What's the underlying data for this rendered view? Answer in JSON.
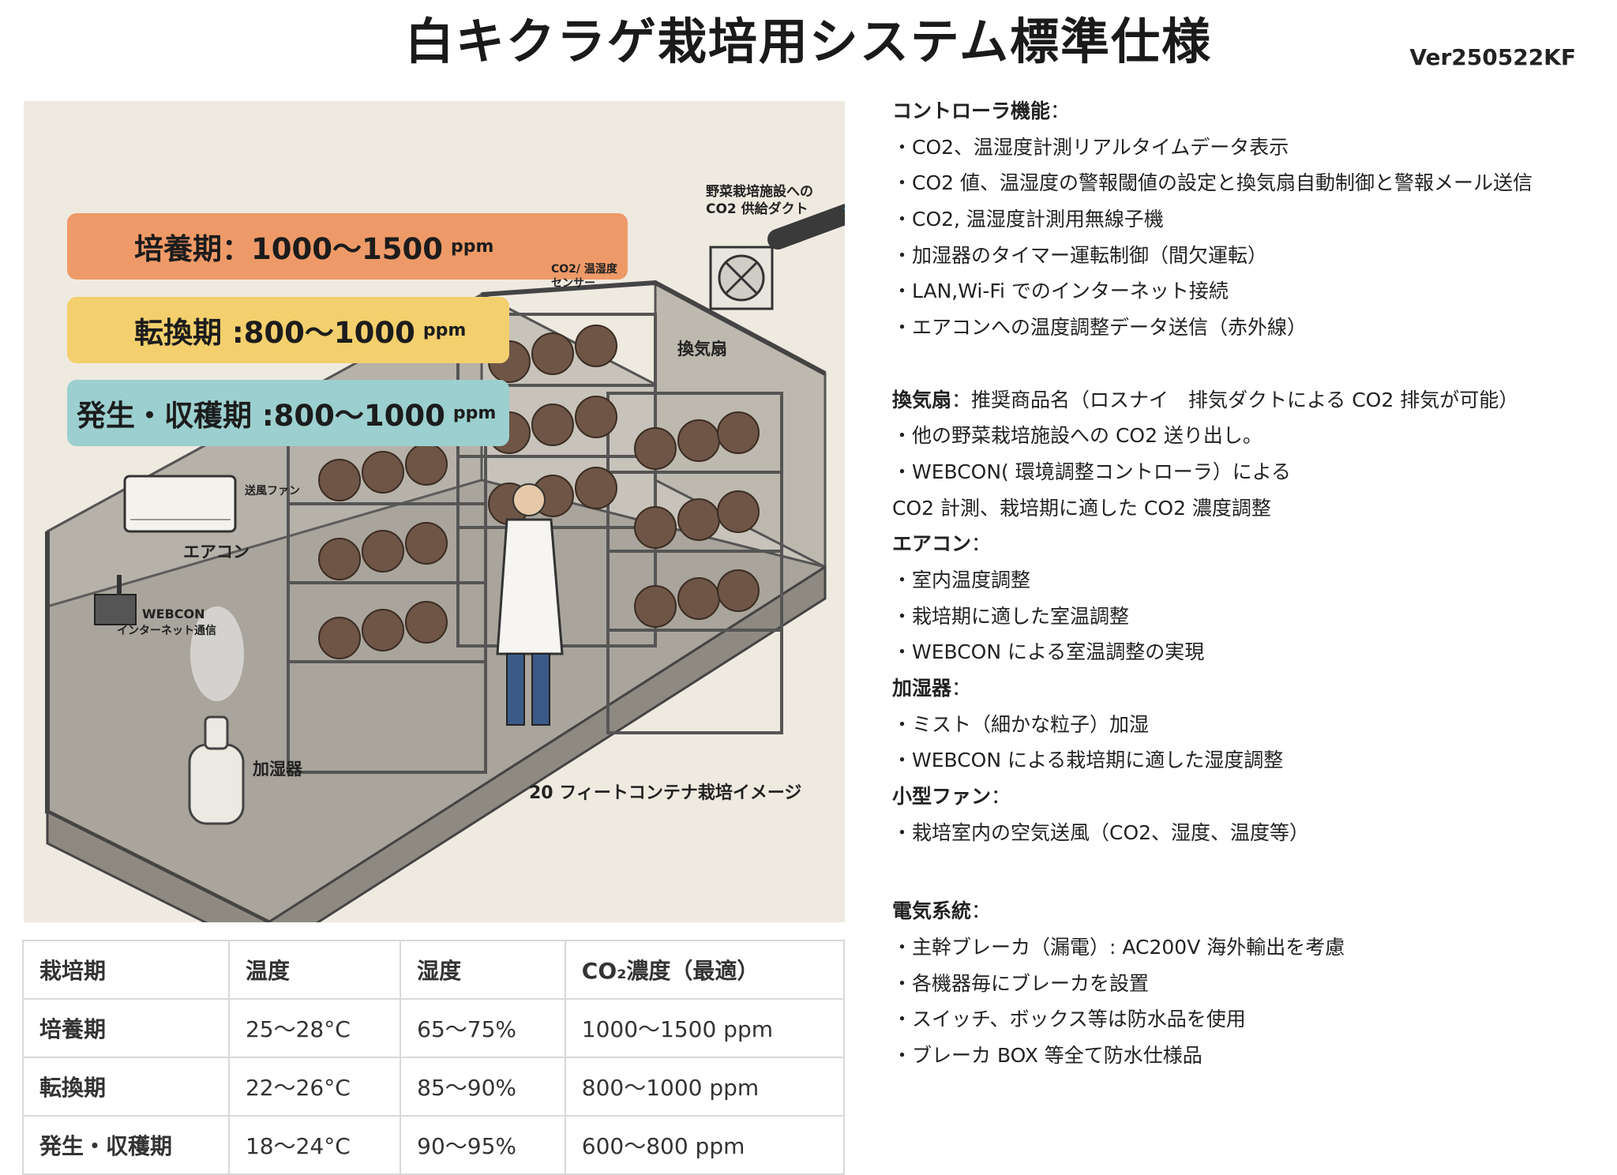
{
  "title": "白キクラゲ栽培用システム標準仕様",
  "version": "Ver250522KF",
  "illustration": {
    "bands": [
      {
        "label": "培養期：1000〜1500",
        "unit": "ppm",
        "color": "#ee9a68"
      },
      {
        "label": "転換期 :800〜1000",
        "unit": "ppm",
        "color": "#f3cf6d"
      },
      {
        "label": "発生・収穫期 :800〜1000",
        "unit": "ppm",
        "color": "#9ccfcf"
      }
    ],
    "duct_label_1": "野菜栽培施設への",
    "duct_label_2": "CO2 供給ダクト",
    "sensor_label_1": "CO2/ 温湿度",
    "sensor_label_2": "センサー",
    "fan_label": "換気扇",
    "blower_label": "送風ファン",
    "aircon_label": "エアコン",
    "webcon_label": "WEBCON",
    "webcon_sub": "インターネット通信",
    "humidifier_label": "加湿器",
    "caption": "20 フィートコンテナ栽培イメージ"
  },
  "table": {
    "headers": [
      "栽培期",
      "温度",
      "湿度",
      "CO₂濃度（最適）"
    ],
    "rows": [
      [
        "培養期",
        "25〜28°C",
        "65〜75%",
        "1000〜1500 ppm"
      ],
      [
        "転換期",
        "22〜26°C",
        "85〜90%",
        "800〜1000 ppm"
      ],
      [
        "発生・収穫期",
        "18〜24°C",
        "90〜95%",
        "600〜800 ppm"
      ]
    ]
  },
  "spec": {
    "controller_head": "コントローラ機能",
    "controller_items": [
      "・CO2、温湿度計測リアルタイムデータ表示",
      "・CO2 値、温湿度の警報閾値の設定と換気扇自動制御と警報メール送信",
      "・CO2, 温湿度計測用無線子機",
      "・加湿器のタイマー運転制御（間欠運転）",
      "・LAN,Wi-Fi でのインターネット接続",
      "・エアコンへの温度調整データ送信（赤外線）"
    ],
    "fan_head": "換気扇",
    "fan_desc": "推奨商品名（ロスナイ　排気ダクトによる CO2 排気が可能）",
    "fan_items": [
      "・他の野菜栽培施設への CO2 送り出し。",
      "・WEBCON( 環境調整コントローラ）による",
      "CO2 計測、栽培期に適した CO2 濃度調整"
    ],
    "aircon_head": "エアコン",
    "aircon_items": [
      "・室内温度調整",
      "・栽培期に適した室温調整",
      "・WEBCON による室温調整の実現"
    ],
    "humidifier_head": "加湿器",
    "humidifier_items": [
      "・ミスト（細かな粒子）加湿",
      "・WEBCON による栽培期に適した湿度調整"
    ],
    "smallfan_head": "小型ファン",
    "smallfan_items": [
      "・栽培室内の空気送風（CO2、湿度、温度等）"
    ],
    "electric_head": "電気系統",
    "electric_items": [
      "・主幹ブレーカ（漏電）: AC200V 海外輸出を考慮",
      "・各機器毎にブレーカを設置",
      "・スイッチ、ボックス等は防水品を使用",
      "・ブレーカ BOX 等全て防水仕様品"
    ]
  }
}
